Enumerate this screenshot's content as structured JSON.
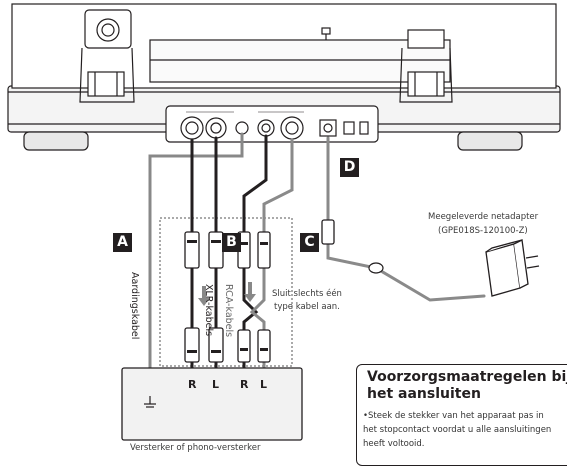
{
  "boxes": {
    "A": "A",
    "B": "B",
    "C": "C",
    "D": "D"
  },
  "labels": {
    "ground_cable": "Aardingskabel",
    "xlr_cables": "XLR-kabels",
    "rca_cables": "RCA-kabels",
    "connect_one_line1": "Sluit slechts één",
    "connect_one_line2": "type kabel aan.",
    "adapter_line1": "Meegeleverde netadapter",
    "adapter_line2": "(GPE018S-120100-Z)",
    "amplifier": "Versterker of phono-versterker"
  },
  "channels": {
    "xlr_r": "R",
    "xlr_l": "L",
    "rca_r": "R",
    "rca_l": "L"
  },
  "precautions": {
    "title_line1": "Voorzorgsmaatregelen bij",
    "title_line2": "het aansluiten",
    "body_line1": "•Steek de stekker van het apparaat pas in",
    "body_line2": "het stopcontact voordat u alle aansluitingen",
    "body_line3": "heeft voltooid."
  }
}
